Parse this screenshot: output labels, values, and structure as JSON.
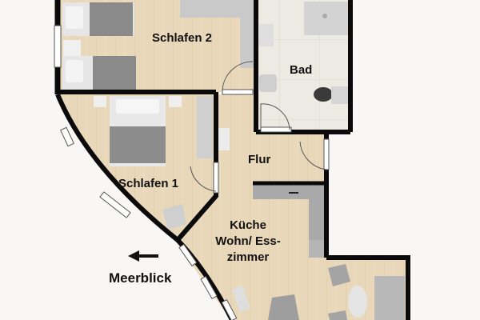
{
  "rooms": {
    "schlafen2": "Schlafen 2",
    "bad": "Bad",
    "schlafen1": "Schlafen 1",
    "flur": "Flur",
    "kueche_line1": "Küche",
    "kueche_line2": "Wohn/ Ess-",
    "kueche_line3": "zimmer"
  },
  "annotation": {
    "view_label": "Meerblick",
    "arrow_icon": "arrow-left-icon"
  },
  "colors": {
    "wall": "#0a0a0a",
    "floor_wood": "#e8d6b8",
    "floor_tile": "#ecebe4",
    "furniture_gray": "#9a9a9a",
    "furniture_light": "#d4d4d4",
    "background": "#f8f7f5"
  }
}
